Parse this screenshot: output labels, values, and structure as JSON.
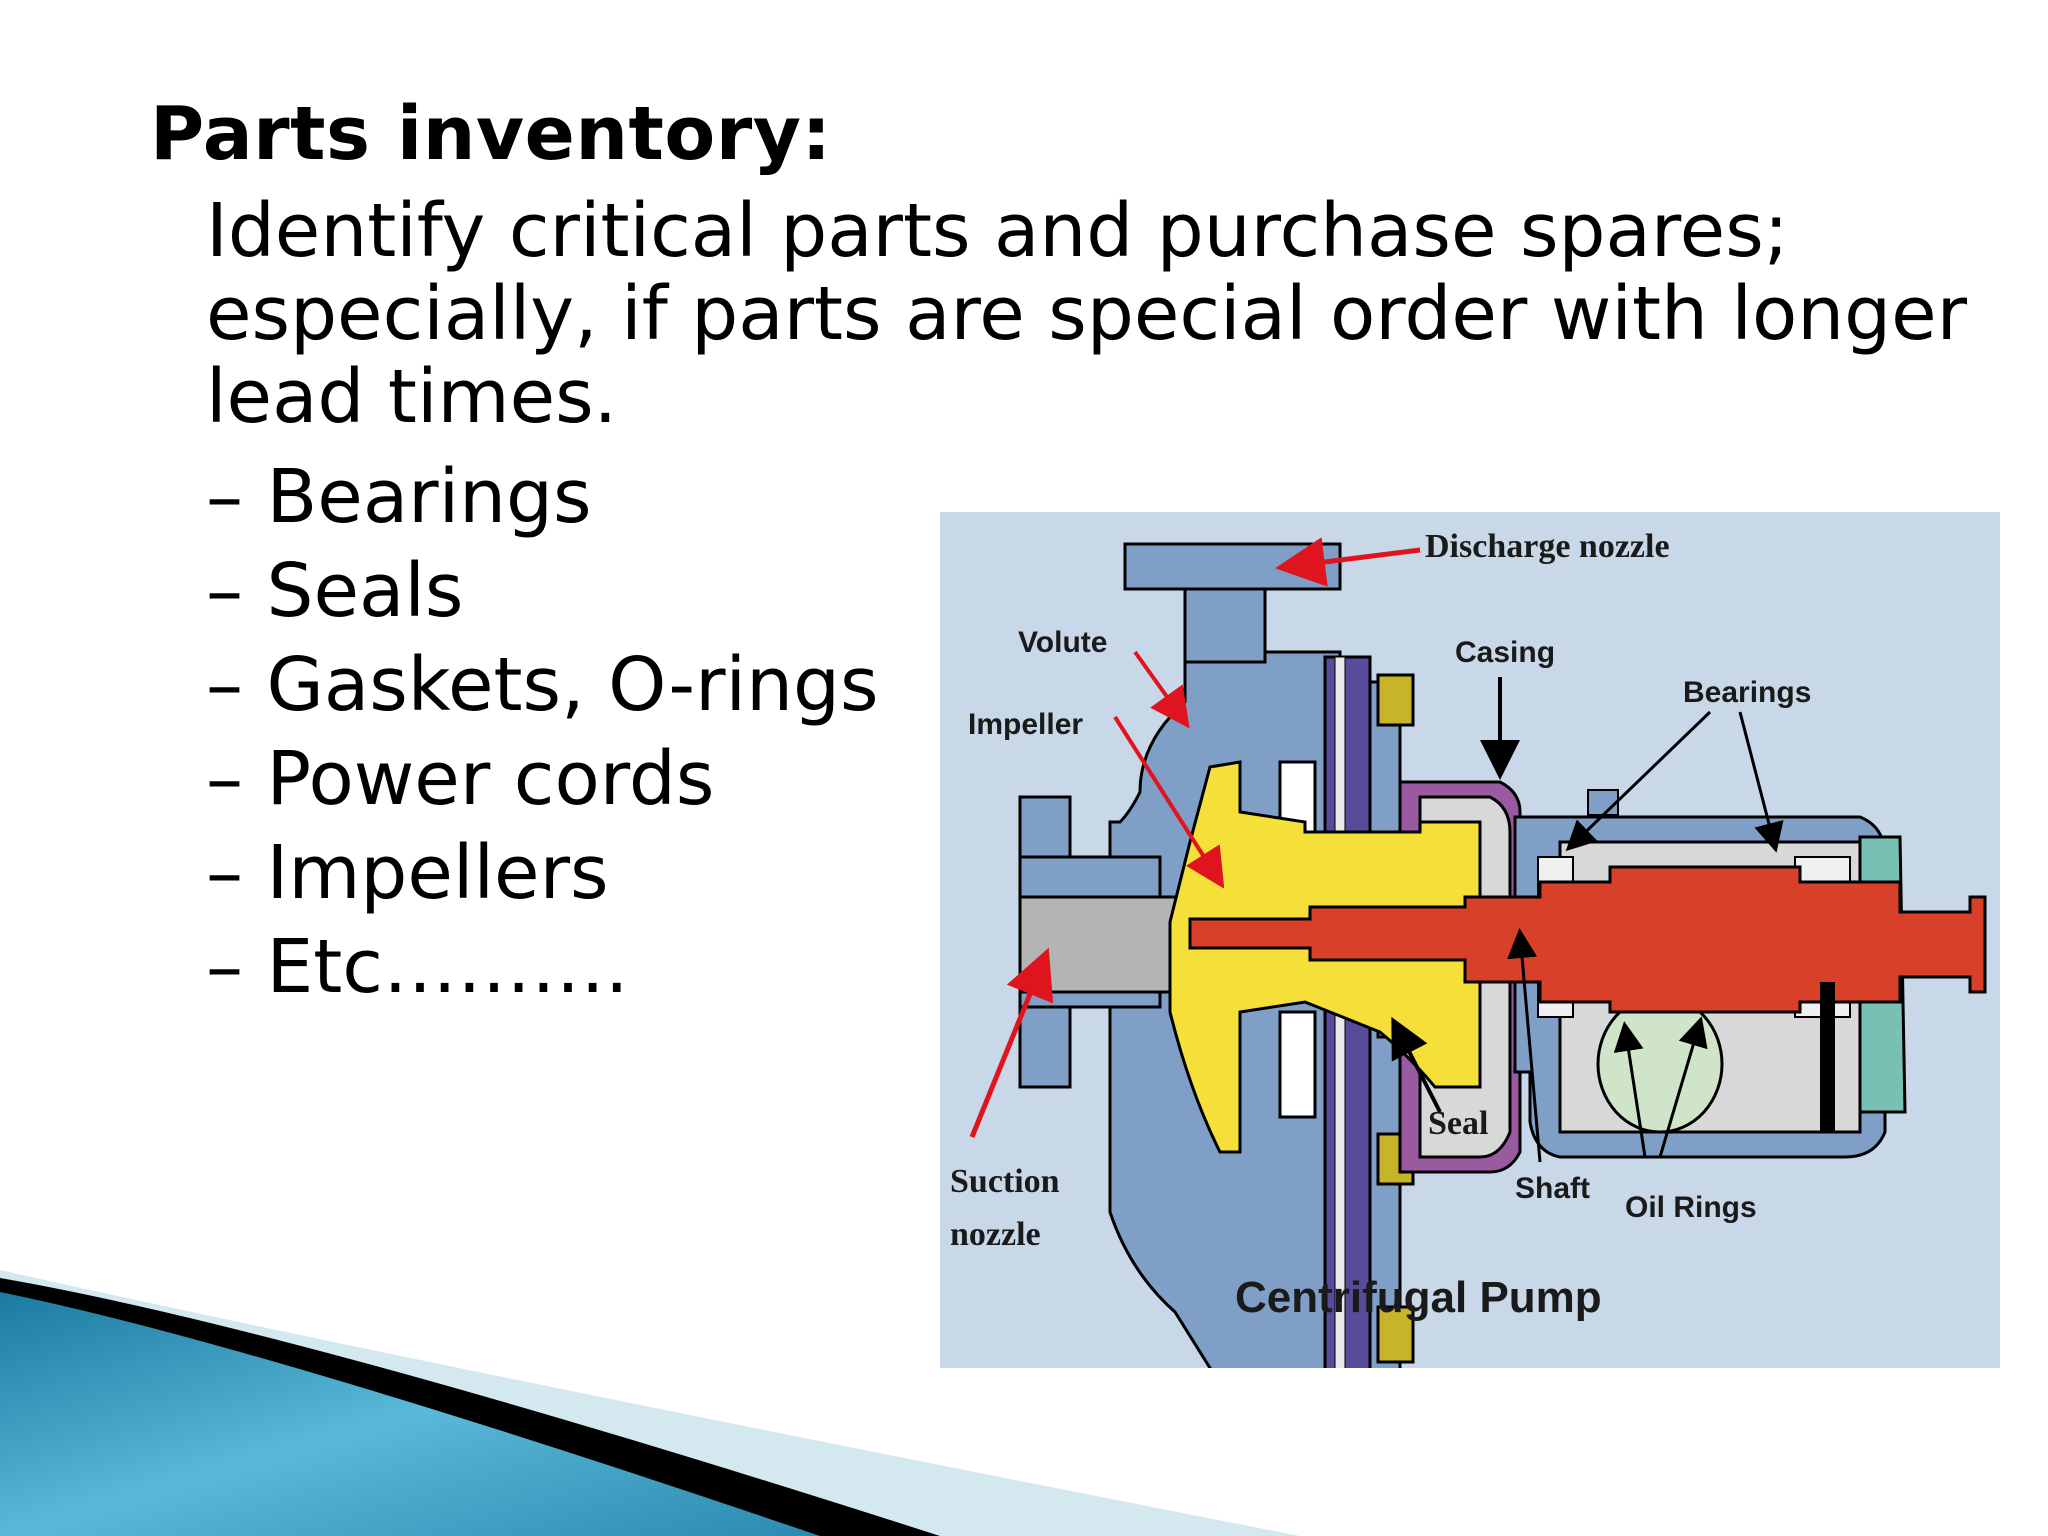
{
  "slide": {
    "heading": "Parts inventory:",
    "intro_lines": [
      "Identify critical parts and purchase spares;",
      "especially, if parts are special order with longer",
      "lead times."
    ],
    "items": [
      "– Bearings",
      "– Seals",
      "– Gaskets, O-rings",
      "– Power cords",
      "– Impellers",
      "– Etc………."
    ]
  },
  "diagram": {
    "caption": "Centrifugal Pump",
    "labels": {
      "discharge_nozzle": "Discharge nozzle",
      "volute": "Volute",
      "impeller": "Impeller",
      "casing": "Casing",
      "bearings": "Bearings",
      "seal": "Seal",
      "shaft": "Shaft",
      "oil_rings": "Oil Rings",
      "suction_line1": "Suction",
      "suction_line2": "nozzle"
    },
    "colors": {
      "background": "#c8d8e8",
      "casing": "#7f9fc7",
      "impeller": "#f5e03a",
      "shaft": "#d8402a",
      "gasket": "#5a4a9a",
      "bolts": "#c8b428",
      "seal_housing": "#9a5aa0",
      "arrow_red": "#e0141e"
    }
  }
}
